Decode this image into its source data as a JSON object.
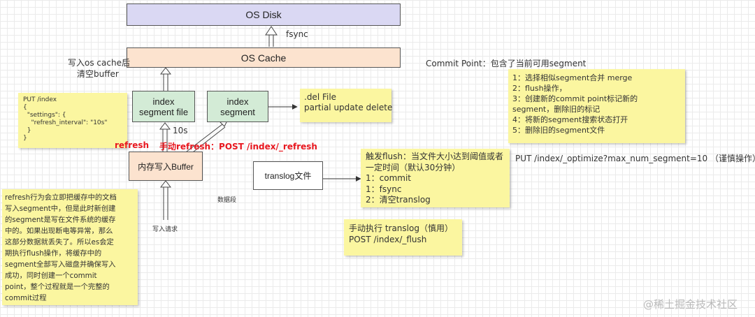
{
  "boxes": {
    "os_disk": "OS Disk",
    "os_cache": "OS Cache",
    "segment_file": [
      "index",
      "segment file"
    ],
    "segment": [
      "index",
      "segment"
    ],
    "buffer": "内存写入Buffer",
    "translog": "translog文件"
  },
  "labels": {
    "fsync": "fsync",
    "write_cache": [
      "写入os cache后",
      "清空buffer"
    ],
    "commit_point": "Commit Point：包含了当前可用segment",
    "refresh_interval": "10s",
    "refresh": "refresh",
    "manual_refresh": "手动refresh：POST /index/_refresh",
    "data_segment": "数据段",
    "write_request": "写入请求",
    "del_file": [
      ".del File",
      "partial update delete"
    ],
    "optimize": "PUT  /index/_optimize?max_num_segment=10    （谨慎操作）"
  },
  "notes": {
    "put_index": [
      "PUT /index",
      "{",
      "  \"settings\": {",
      "    \"refresh_interval\": \"10s\"",
      "  }",
      "}"
    ],
    "merge_steps": [
      "1：选择相似segment合并 merge",
      "2：flush操作，",
      "3：创建新的commit point标记新的",
      "segment，删除旧的标记",
      "4：将新的segment搜索状态打开",
      "5：删除旧的segment文件"
    ],
    "flush_trigger": [
      "触发flush：当文件大小达到阈值或者",
      "一定时间（默认30分钟）",
      "1：commit",
      "1：fsync",
      "2：清空translog"
    ],
    "manual_flush": [
      "手动执行 translog（慎用）",
      "POST /index/_flush"
    ],
    "refresh_explain": [
      "refresh行为会立即把缓存中的文档",
      "写入segment中，但是此时新创建",
      "的segment是写在文件系统的缓存",
      "中的。如果出现断电等异常，那么",
      "这部分数据就丢失了。所以es会定",
      "期执行flush操作，将缓存中的",
      "segment全部写入磁盘并确保写入",
      "成功，同时创建一个commit",
      "point，整个过程就是一个完整的",
      "commit过程"
    ]
  },
  "watermark": "@稀土掘金技术社区",
  "colors": {
    "disk_fill": "#dad8f3",
    "cache_fill": "#fce3cf",
    "segment_fill": "#d3ebd6",
    "note_fill": "#fbf6a0",
    "refresh_red": "#e8171f"
  }
}
